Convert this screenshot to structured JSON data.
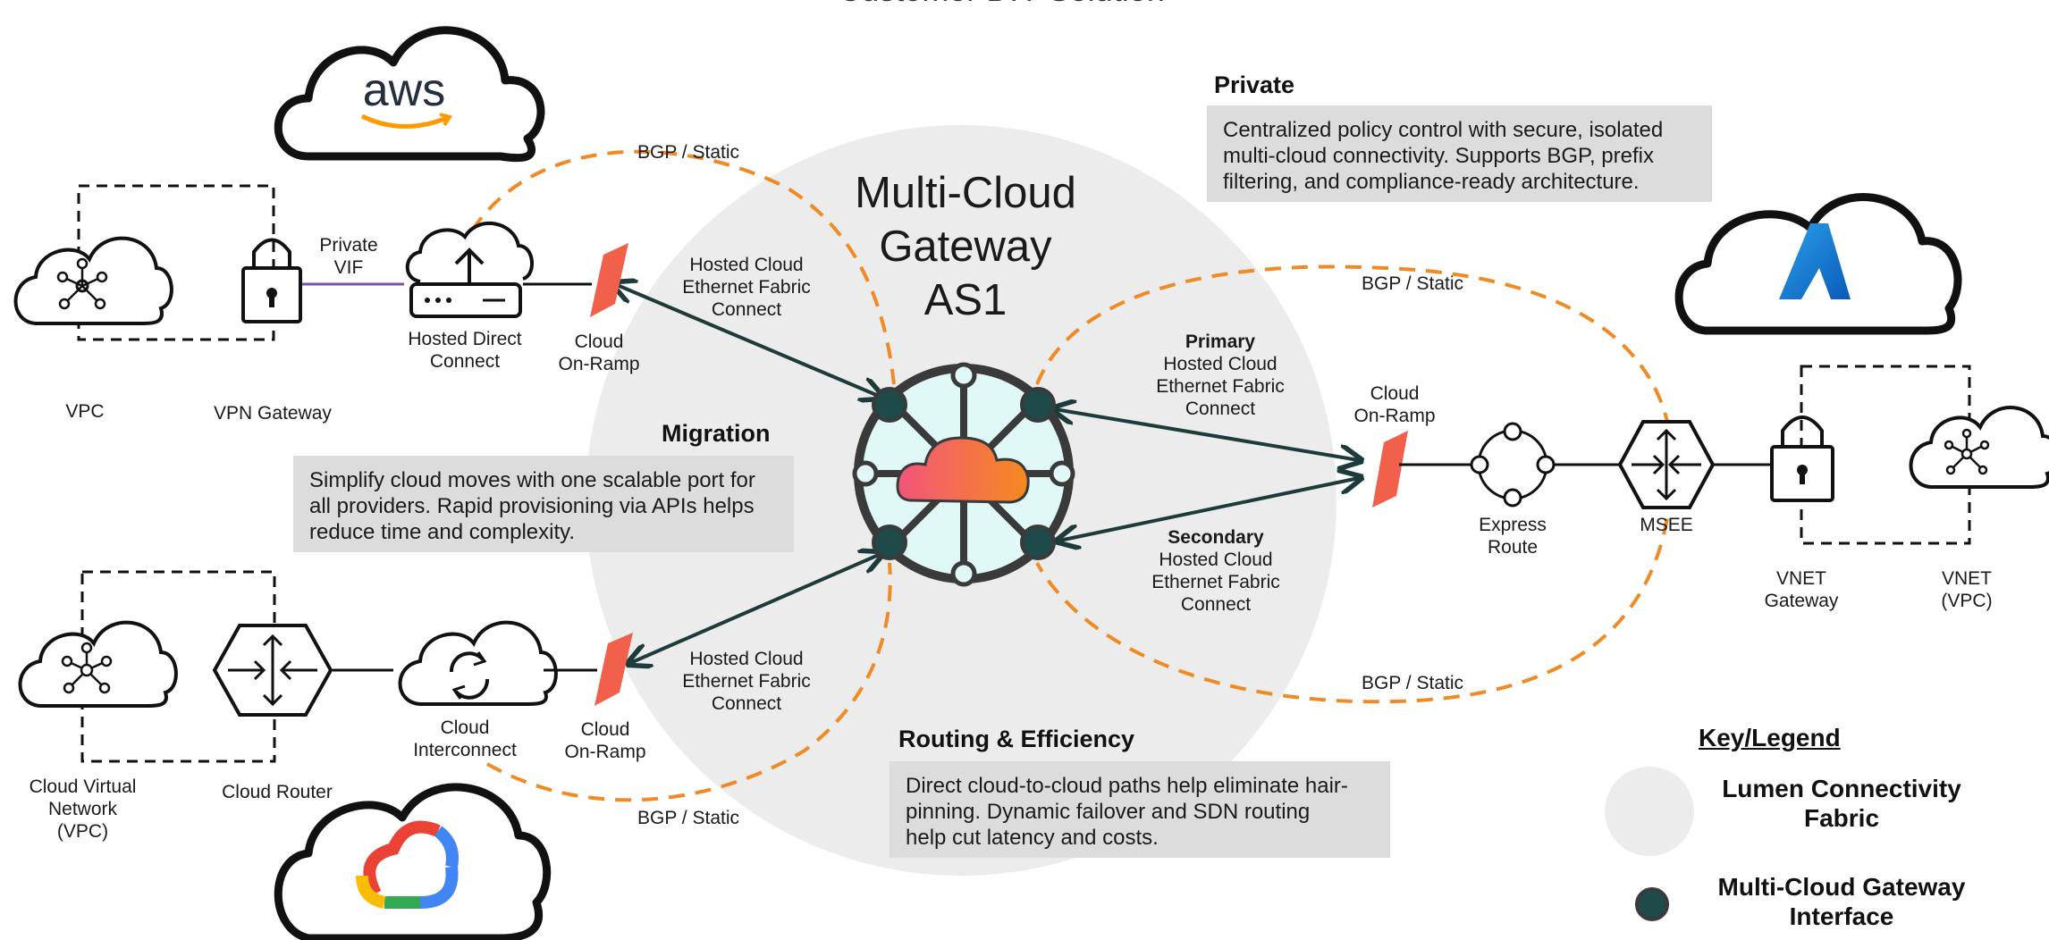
{
  "diagram": {
    "top_title": "Customer DIY Solution",
    "center_title": [
      "Multi-Cloud",
      "Gateway",
      "AS1"
    ],
    "providers": {
      "aws_logo": "aws",
      "azure_logo": "azure-logo",
      "gcp_logo": "google-cloud-logo"
    },
    "aws_side": {
      "vpc": "VPC",
      "vpn_gateway": "VPN Gateway",
      "private_vif": [
        "Private",
        "VIF"
      ],
      "hosted_direct_connect": [
        "Hosted Direct",
        "Connect"
      ],
      "cloud_onramp": [
        "Cloud",
        "On-Ramp"
      ],
      "bgp": "BGP / Static",
      "link": [
        "Hosted Cloud",
        "Ethernet Fabric",
        "Connect"
      ]
    },
    "azure_side": {
      "bgp_top": "BGP / Static",
      "bgp_bottom": "BGP / Static",
      "primary_label": "Primary",
      "primary_link": [
        "Hosted Cloud",
        "Ethernet Fabric",
        "Connect"
      ],
      "secondary_label": "Secondary",
      "secondary_link": [
        "Hosted Cloud",
        "Ethernet Fabric",
        "Connect"
      ],
      "cloud_onramp": [
        "Cloud",
        "On-Ramp"
      ],
      "express_route": [
        "Express",
        "Route"
      ],
      "msee": "MSEE",
      "vnet_gateway": [
        "VNET",
        "Gateway"
      ],
      "vnet_vpc": [
        "VNET",
        "(VPC)"
      ]
    },
    "gcp_side": {
      "cloud_virtual_network": [
        "Cloud Virtual",
        "Network",
        "(VPC)"
      ],
      "cloud_router": "Cloud Router",
      "cloud_interconnect": [
        "Cloud",
        "Interconnect"
      ],
      "cloud_onramp": [
        "Cloud",
        "On-Ramp"
      ],
      "bgp": "BGP / Static",
      "link": [
        "Hosted Cloud",
        "Ethernet Fabric",
        "Connect"
      ]
    },
    "callouts": {
      "private": {
        "heading": "Private",
        "lines": [
          "Centralized policy control with secure, isolated",
          "multi-cloud connectivity. Supports BGP, prefix",
          "filtering, and compliance-ready architecture."
        ]
      },
      "migration": {
        "heading": "Migration",
        "lines": [
          "Simplify cloud moves with one scalable port for",
          "all providers. Rapid provisioning via APIs helps",
          "reduce time and complexity."
        ]
      },
      "routing": {
        "heading": "Routing & Efficiency",
        "lines": [
          "Direct cloud-to-cloud paths help eliminate hair-",
          "pinning. Dynamic failover and SDN routing",
          "help cut latency and costs."
        ]
      }
    },
    "legend": {
      "title": "Key/Legend",
      "fabric": [
        "Lumen Connectivity",
        "Fabric"
      ],
      "interface": [
        "Multi-Cloud Gateway",
        "Interface"
      ]
    },
    "colors": {
      "fabric_circle": "#ececec",
      "dashed_bgp": "#f08a24",
      "arrow": "#1d3b3b",
      "interface_dot": "#1e4a4a",
      "onramp": "#f0604a",
      "private_vif_line": "#7a4fb0",
      "callout_bg": "#dcdcdc"
    }
  }
}
